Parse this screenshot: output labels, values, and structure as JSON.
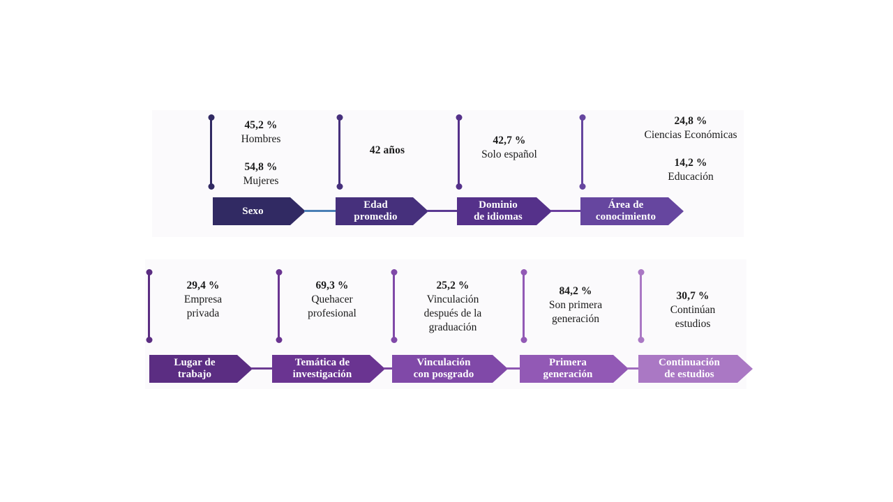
{
  "figure": {
    "background": "#ffffff",
    "panel_bg": "#fbfafc",
    "text_color": "#1a1a1a"
  },
  "rows": [
    {
      "name": "row-1",
      "stages": [
        {
          "key": "sexo",
          "title": "Sexo",
          "color": "#312a63",
          "connector_color": "#4a7fb5",
          "callouts": [
            {
              "value": "45,2 %",
              "label": "Hombres"
            },
            {
              "value": "54,8 %",
              "label": "Mujeres"
            }
          ]
        },
        {
          "key": "edad-promedio",
          "title": "Edad\npromedio",
          "title_line1": "Edad",
          "title_line2": "promedio",
          "color": "#46307c",
          "connector_color": "#5b3a92",
          "callouts": [
            {
              "value": "42 años",
              "label": ""
            }
          ]
        },
        {
          "key": "dominio-de-idiomas",
          "title_line1": "Dominio",
          "title_line2": "de idiomas",
          "color": "#55318a",
          "connector_color": "#6b3f9e",
          "callouts": [
            {
              "value": "42,7 %",
              "label": "Solo español"
            }
          ]
        },
        {
          "key": "area-de-conocimiento",
          "title_line1": "Área de",
          "title_line2": "conocimiento",
          "color": "#66469f",
          "connector_color": "",
          "callouts": [
            {
              "value": "24,8 %",
              "label": "Ciencias Económicas"
            },
            {
              "value": "14,2 %",
              "label": "Educación"
            }
          ]
        }
      ]
    },
    {
      "name": "row-2",
      "stages": [
        {
          "key": "lugar-de-trabajo",
          "title_line1": "Lugar de",
          "title_line2": "trabajo",
          "color": "#5b2d82",
          "connector_color": "#6b3a92",
          "callouts": [
            {
              "value": "29,4 %",
              "label": "Empresa\nprivada",
              "label_line1": "Empresa",
              "label_line2": "privada"
            }
          ]
        },
        {
          "key": "tematica-de-investigacion",
          "title_line1": "Temática de",
          "title_line2": "investigación",
          "color": "#6a3491",
          "connector_color": "#7b45a0",
          "callouts": [
            {
              "value": "69,3 %",
              "label_line1": "Quehacer",
              "label_line2": "profesional"
            }
          ]
        },
        {
          "key": "vinculacion-con-posgrado",
          "title_line1": "Vinculación",
          "title_line2": "con posgrado",
          "color": "#8049a8",
          "connector_color": "#8e57b2",
          "callouts": [
            {
              "value": "25,2 %",
              "label_line1": "Vinculación",
              "label_line2": "después de la",
              "label_line3": "graduación"
            }
          ]
        },
        {
          "key": "primera-generacion",
          "title_line1": "Primera",
          "title_line2": "generación",
          "color": "#9259b5",
          "connector_color": "#a06cbe",
          "callouts": [
            {
              "value": "84,2 %",
              "label_line1": "Son primera",
              "label_line2": "generación"
            }
          ]
        },
        {
          "key": "continuacion-de-estudios",
          "title_line1": "Continuación",
          "title_line2": "de estudios",
          "color": "#aa78c4",
          "connector_color": "",
          "callouts": [
            {
              "value": "30,7 %",
              "label_line1": "Continúan",
              "label_line2": "estudios"
            }
          ]
        }
      ]
    }
  ]
}
